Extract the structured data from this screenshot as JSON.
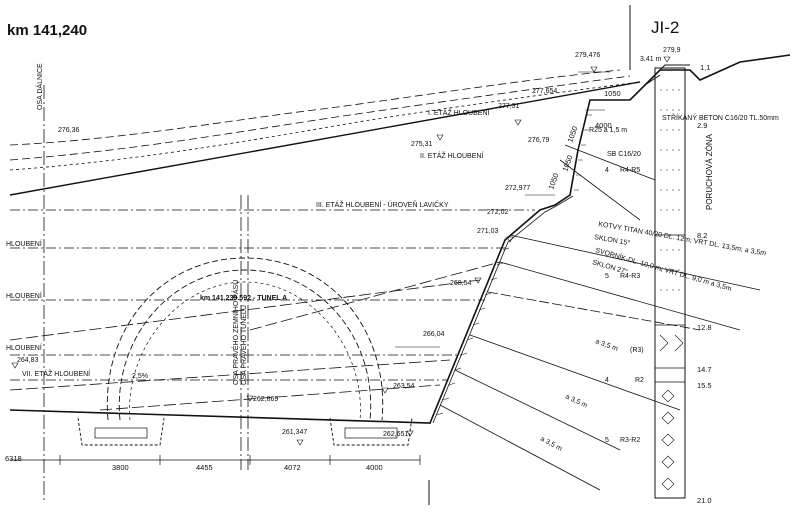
{
  "title": "km 141,240",
  "borehole_id": "JI-2",
  "tunnel_label": "km 141,239.592 - TUNEL A",
  "axis_highway": "OSA DÁLNICE",
  "axis_tunnel_right": "OSA PRAVÉHO ZEMNÍHO PÁSU",
  "axis_tunnel": "OSA PRAVÉHO TUNELU",
  "fault_zone": "PORUCHOVÁ ZÓNA",
  "stages": {
    "i": "I. ETÁŽ HLOUBENÍ",
    "ii": "II. ETÁŽ HLOUBENÍ",
    "iii": "III. ETÁŽ HLOUBENÍ - ÚROVEŇ LAVIČKY",
    "vii": "VII. ETÁŽ HLOUBENÍ",
    "left1": "HLOUBENÍ",
    "left2": "HLOUBENÍ",
    "left3": "HLOUBENÍ"
  },
  "notes": {
    "shotcrete": "STŘÍKANÝ BETON C16/20 TL.50mm",
    "sb": "SB C16/20",
    "r25": "R25 a 1,5 m",
    "anchor_1": "KOTVY TITAN 40/20 DL. 12m; VRT DL. 13,5m; a 3,5m",
    "slope_1": "SKLON 15°",
    "anchor_2": "SVORNÍK-DL. 10,0 m; VRT DL. 9,0 m a 3,5m",
    "slope_2": "SKLON 27°",
    "spacing_1": "a 3,5 m",
    "spacing_2": "a 3,5 m",
    "spacing_3": "a 3,5 m",
    "grade": "2,5%"
  },
  "elevations": {
    "e1": "279,476",
    "e2": "279,9",
    "e3": "3,41 m",
    "e4": "277,31",
    "e5": "277,654",
    "e6": "276,36",
    "e7": "276,79",
    "e8": "275,31",
    "e9": "272,977",
    "e10": "272,02",
    "e11": "271,03",
    "e12": "268,54",
    "e13": "266,04",
    "e14": "264,83",
    "e15": "263,54",
    "e16": "262,869",
    "e17": "262,651",
    "e18": "261,347"
  },
  "dimensions": {
    "d1": "1050",
    "d2": "4000",
    "d3": "1050",
    "d4": "1050",
    "d5": "1050",
    "d6": "6318",
    "d7": "3800",
    "d8": "4455",
    "d9": "4072",
    "d10": "4000",
    "d11": "1,1"
  },
  "classes": {
    "c1": "4",
    "c1b": "R4-R5",
    "c2": "5",
    "c2b": "R4-R3",
    "c3": "(R3)",
    "c4": "4",
    "c4b": "R2",
    "c5": "5",
    "c5b": "R3-R2"
  },
  "borehole_depths": [
    "2.9",
    "8.2",
    "12.8",
    "14.7",
    "15.5",
    "21.0"
  ]
}
